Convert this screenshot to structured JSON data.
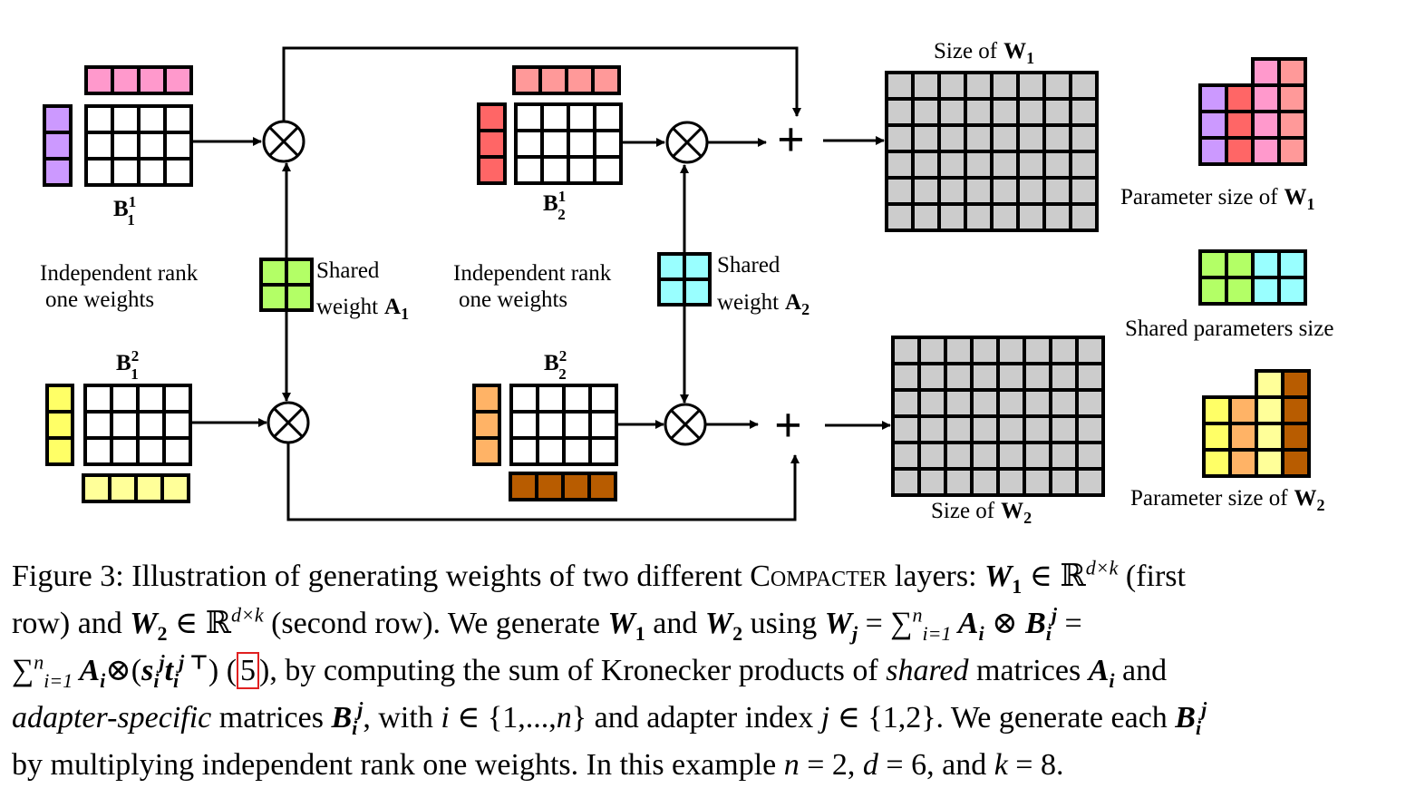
{
  "figure": {
    "colors": {
      "violet": "#cc99ff",
      "pink": "#ff99cc",
      "red": "#ff6666",
      "salmon": "#ff9999",
      "yellow": "#ffff66",
      "light_yellow": "#ffff99",
      "orange": "#ffb366",
      "brown": "#b85c00",
      "green": "#b3ff66",
      "cyan": "#99ffff",
      "gray": "#cccccc",
      "white": "#ffffff",
      "stroke": "#000000"
    },
    "labels": {
      "b11": {
        "base": "B",
        "sup": "1",
        "sub": "1"
      },
      "b21": {
        "base": "B",
        "sup": "1",
        "sub": "2"
      },
      "b12": {
        "base": "B",
        "sup": "2",
        "sub": "1"
      },
      "b22": {
        "base": "B",
        "sup": "2",
        "sub": "2"
      },
      "independent_1_line1": "Independent rank",
      "independent_1_line2": "one weights",
      "independent_2_line1": "Independent rank",
      "independent_2_line2": "one weights",
      "shared_1_line1": "Shared",
      "shared_1_line2": "weight",
      "shared_1_sym": "A",
      "shared_1_sub": "1",
      "shared_2_line1": "Shared",
      "shared_2_line2": "weight",
      "shared_2_sym": "A",
      "shared_2_sub": "2",
      "size_w1": "Size of",
      "size_w1_sym": "W",
      "size_w1_sub": "1",
      "size_w2": "Size of",
      "size_w2_sym": "W",
      "size_w2_sub": "2",
      "param_w1": "Parameter size of",
      "param_w1_sym": "W",
      "param_w1_sub": "1",
      "shared_params": "Shared parameters size",
      "param_w2": "Parameter size of",
      "param_w2_sym": "W",
      "param_w2_sub": "2",
      "kron_symbol": "⊗",
      "plus_symbol": "+"
    },
    "params": {
      "n": 2,
      "d": 6,
      "k": 8
    }
  },
  "caption": {
    "l1_a": "Figure 3: Illustration of generating weights of two different ",
    "l1_sc": "Compacter",
    "l1_b": " layers: ",
    "l1_w1": "W",
    "l1_w1_sub": "1",
    "l1_in": " ∈ ℝ",
    "l1_sup": "d×k",
    "l1_c": " (first",
    "l2_a": "row) and ",
    "l2_w2": "W",
    "l2_w2_sub": "2",
    "l2_in": " ∈ ℝ",
    "l2_sup": "d×k",
    "l2_b": " (second row).  We generate ",
    "l2_w1": "W",
    "l2_w1_sub": "1",
    "l2_and": " and ",
    "l2_w2b": "W",
    "l2_w2b_sub": "2",
    "l2_using": " using ",
    "l2_wj": "W",
    "l2_wj_sub": "j",
    "l2_eq": " = ∑",
    "l2_sum_sup": "n",
    "l2_sum_sub": "i=1",
    "l2_ai": " A",
    "l2_ai_sub": "i",
    "l2_kron": " ⊗ ",
    "l2_bi": "B",
    "l2_bi_sub": "i",
    "l2_bi_sup": "j",
    "l2_eq2": " =",
    "l3_sum": "∑",
    "l3_sum_sup": "n",
    "l3_sum_sub": "i=1",
    "l3_ai": " A",
    "l3_ai_sub": "i",
    "l3_kron": "⊗(",
    "l3_s": "s",
    "l3_s_sub": "i",
    "l3_s_sup": "j",
    "l3_t": "t",
    "l3_t_sub": "i",
    "l3_t_sup": "j ⊤",
    "l3_close": ") (",
    "l3_ref": "5",
    "l3_b": "), by computing the sum of Kronecker products of ",
    "l3_shared": "shared",
    "l3_c": " matrices ",
    "l3_ai2": "A",
    "l3_ai2_sub": "i",
    "l3_d": " and",
    "l4_adapter": "adapter-specific",
    "l4_a": " matrices ",
    "l4_bi": "B",
    "l4_bi_sub": "i",
    "l4_bi_sup": "j",
    "l4_b": ", with ",
    "l4_i": "i",
    "l4_set1": " ∈ {1,...,",
    "l4_n": "n",
    "l4_c": "} and adapter index ",
    "l4_j": "j",
    "l4_set2": " ∈ {1,2}. We generate each ",
    "l4_bi2": "B",
    "l4_bi2_sub": "i",
    "l4_bi2_sup": "j",
    "l5_a": "by multiplying independent rank one weights. In this example ",
    "l5_n": "n",
    "l5_b": " = 2, ",
    "l5_d": "d",
    "l5_c": " = 6, and ",
    "l5_k": "k",
    "l5_e": " = 8."
  }
}
